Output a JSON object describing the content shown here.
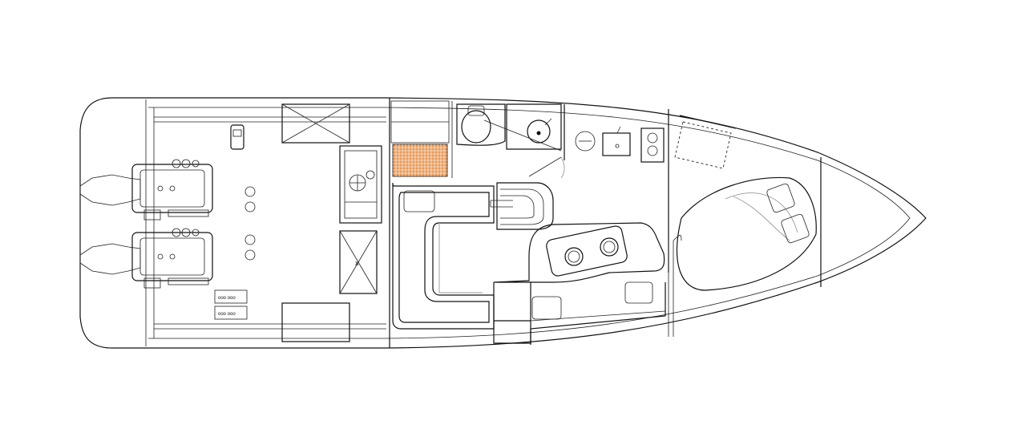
{
  "drawing": {
    "type": "boat deck plan",
    "stroke_color": "#111111",
    "background_color": "#ffffff",
    "mat_color": "#e89a5a"
  },
  "labels": {
    "hatch_mark_1": "x",
    "hatch_mark_2": "x",
    "panel_text_1": "ooo  ooo",
    "panel_text_2": "ooo  ooo"
  }
}
